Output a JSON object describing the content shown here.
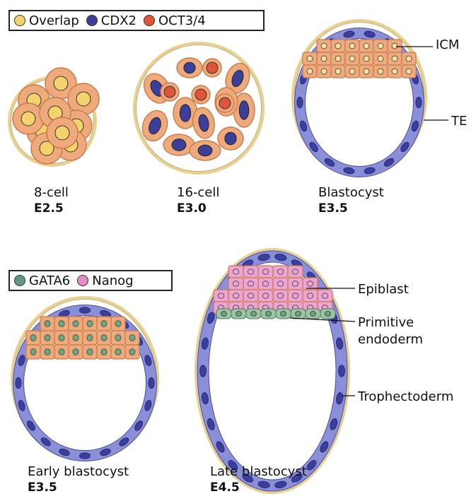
{
  "legend_top": {
    "items": [
      {
        "label": "Overlap",
        "color": "#f5d36b"
      },
      {
        "label": "CDX2",
        "color": "#3b3f9a"
      },
      {
        "label": "OCT3/4",
        "color": "#e0553a"
      }
    ]
  },
  "legend_bottom": {
    "items": [
      {
        "label": "GATA6",
        "color": "#5f9a7c"
      },
      {
        "label": "Nanog",
        "color": "#e48cc4"
      }
    ]
  },
  "panels": [
    {
      "name": "8-cell",
      "stage": "E2.5"
    },
    {
      "name": "16-cell",
      "stage": "E3.0"
    },
    {
      "name": "Blastocyst",
      "stage": "E3.5"
    },
    {
      "name": "Early blastocyst",
      "stage": "E3.5"
    },
    {
      "name": "Late blastocyst",
      "stage": "E4.5"
    }
  ],
  "labels": {
    "icm": "ICM",
    "te": "TE",
    "epiblast": "Epiblast",
    "primitive_endoderm_1": "Primitive",
    "primitive_endoderm_2": "endoderm",
    "trophectoderm": "Trophectoderm"
  },
  "colors": {
    "zona": "#e8d190",
    "cell_orange": "#eeaa7b",
    "cell_orange_dark": "#c77a4e",
    "te_blue": "#8a8fd8",
    "te_nucleus": "#3b3f9a",
    "epiblast_pink": "#eea4d2",
    "pe_green": "#9fc4a5"
  }
}
